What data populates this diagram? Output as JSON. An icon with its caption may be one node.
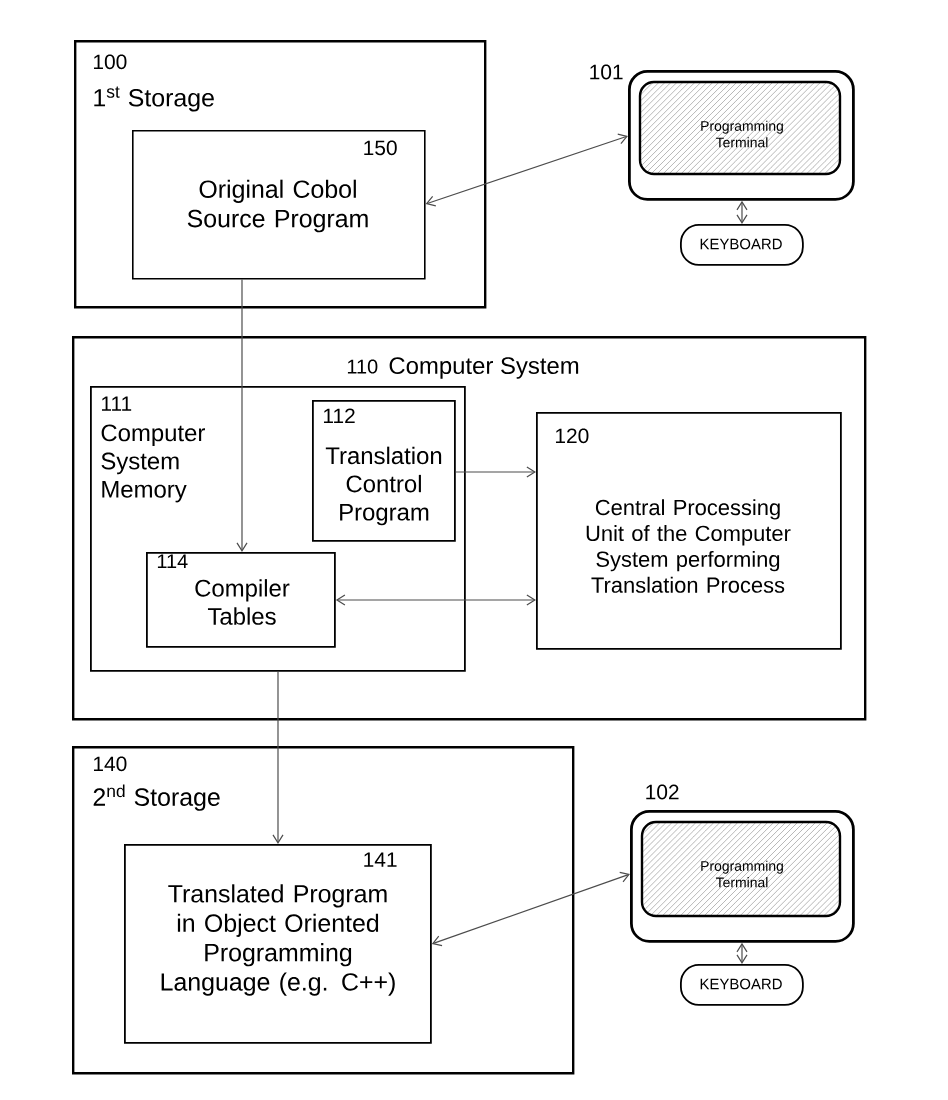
{
  "diagram": {
    "nodes": [
      {
        "text": [
          "100",
          "1$^{st}$ Storage"
        ]
      },
      {
        "text": [
          "150",
          "Original Cobol Source Program"
        ],
        "in": 0
      },
      {
        "text": [
          "Programming Terminal"
        ],
        "beside": [
          "101"
        ]
      },
      {
        "text": [
          "KEYBOARD"
        ]
      },
      {
        "text": [
          "110",
          "Computer System"
        ]
      },
      {
        "text": [
          "111",
          "Computer System Memory"
        ],
        "in": 4
      },
      {
        "text": [
          "112",
          "Translation Control Program"
        ],
        "in": 5
      },
      {
        "text": [
          "114",
          "Compiler Tables"
        ],
        "in": 5
      },
      {
        "text": [
          "120",
          "Central Processing Unit of the Computer System performing Translation Process"
        ],
        "in": 4
      },
      {
        "text": [
          "140",
          "2$^{nd}$ Storage"
        ]
      },
      {
        "text": [
          "141",
          "Translated Program in Object Oriented Programming Language (e.g. C++)"
        ],
        "in": 9
      },
      {
        "text": [
          "Programming Terminal"
        ],
        "beside": [
          "102"
        ]
      },
      {
        "text": [
          "KEYBOARD"
        ]
      }
    ],
    "edges": [
      {
        "from": 1,
        "to": 7,
        "arrow": "to"
      },
      {
        "from": 1,
        "to": 2,
        "arrow": "both"
      },
      {
        "from": 2,
        "to": 3,
        "arrow": "both"
      },
      {
        "from": 6,
        "to": 8,
        "arrow": "to"
      },
      {
        "from": 7,
        "to": 8,
        "arrow": "both"
      },
      {
        "from": 5,
        "to": 10,
        "arrow": "to"
      },
      {
        "from": 10,
        "to": 11,
        "arrow": "both"
      },
      {
        "from": 11,
        "to": 12,
        "arrow": "both"
      }
    ]
  }
}
